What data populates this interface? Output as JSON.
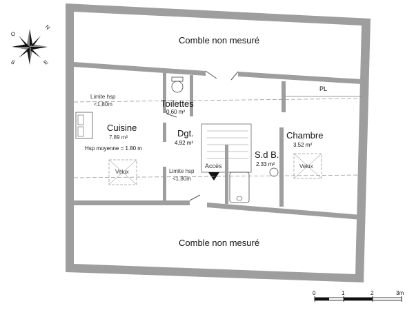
{
  "plan": {
    "attic_top_label": "Comble non mesuré",
    "attic_bottom_label": "Comble non mesuré",
    "rooms": {
      "cuisine": {
        "name": "Cuisine",
        "area": "7.89 m²"
      },
      "toilettes": {
        "name": "Toilettes",
        "area": "0.60 m²"
      },
      "degagement": {
        "name": "Dgt.",
        "area": "4.92 m²"
      },
      "chambre": {
        "name": "Chambre",
        "area": "3.52 m²"
      },
      "sdb": {
        "name": "S.d B.",
        "area": "2.33 m²"
      },
      "placard": {
        "name": "PL"
      }
    },
    "annotations": {
      "limite_top_line1": "Limite hsp",
      "limite_top_line2": "<1,80m",
      "limite_bottom_line1": "Limite hsp",
      "limite_bottom_line2": "<1.80m",
      "hsp_moyenne": "Hsp moyenne = 1.80 m",
      "velux_left": "Velux",
      "velux_right": "Velux",
      "acces": "Accès"
    },
    "compass": {
      "n": "N",
      "e": "E",
      "s": "S",
      "o": "O"
    },
    "scale": {
      "ticks": [
        "0",
        "1",
        "2",
        "3m"
      ]
    }
  }
}
